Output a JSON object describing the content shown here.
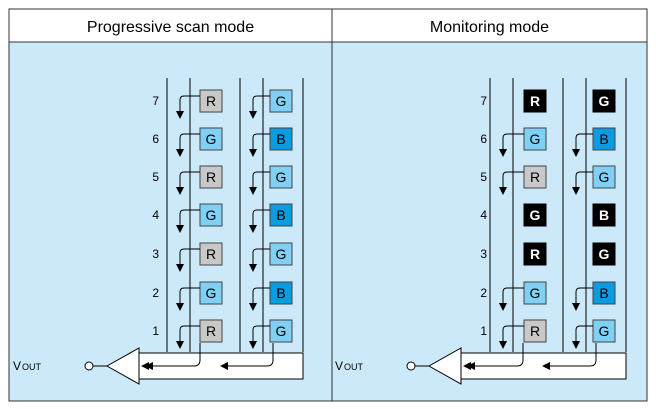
{
  "panels": [
    {
      "title": "Progressive scan mode",
      "output_label": "V",
      "output_sub": "OUT",
      "rows": [
        {
          "number": "7",
          "left": {
            "text": "R",
            "style": "gray",
            "arrow": true
          },
          "right": {
            "text": "G",
            "style": "cyan",
            "arrow": true
          }
        },
        {
          "number": "6",
          "left": {
            "text": "G",
            "style": "cyan",
            "arrow": true
          },
          "right": {
            "text": "B",
            "style": "blue",
            "arrow": true
          }
        },
        {
          "number": "5",
          "left": {
            "text": "R",
            "style": "gray",
            "arrow": true
          },
          "right": {
            "text": "G",
            "style": "cyan",
            "arrow": true
          }
        },
        {
          "number": "4",
          "left": {
            "text": "G",
            "style": "cyan",
            "arrow": true
          },
          "right": {
            "text": "B",
            "style": "blue",
            "arrow": true
          }
        },
        {
          "number": "3",
          "left": {
            "text": "R",
            "style": "gray",
            "arrow": true
          },
          "right": {
            "text": "G",
            "style": "cyan",
            "arrow": true
          }
        },
        {
          "number": "2",
          "left": {
            "text": "G",
            "style": "cyan",
            "arrow": true
          },
          "right": {
            "text": "B",
            "style": "blue",
            "arrow": true
          }
        },
        {
          "number": "1",
          "left": {
            "text": "R",
            "style": "gray",
            "arrow": true
          },
          "right": {
            "text": "G",
            "style": "cyan",
            "arrow": true
          }
        }
      ]
    },
    {
      "title": "Monitoring mode",
      "output_label": "V",
      "output_sub": "OUT",
      "rows": [
        {
          "number": "7",
          "left": {
            "text": "R",
            "style": "black",
            "arrow": false
          },
          "right": {
            "text": "G",
            "style": "black",
            "arrow": false
          }
        },
        {
          "number": "6",
          "left": {
            "text": "G",
            "style": "cyan",
            "arrow": true
          },
          "right": {
            "text": "B",
            "style": "blue",
            "arrow": true
          }
        },
        {
          "number": "5",
          "left": {
            "text": "R",
            "style": "gray",
            "arrow": true
          },
          "right": {
            "text": "G",
            "style": "cyan",
            "arrow": true
          }
        },
        {
          "number": "4",
          "left": {
            "text": "G",
            "style": "black",
            "arrow": false
          },
          "right": {
            "text": "B",
            "style": "black",
            "arrow": false
          }
        },
        {
          "number": "3",
          "left": {
            "text": "R",
            "style": "black",
            "arrow": false
          },
          "right": {
            "text": "G",
            "style": "black",
            "arrow": false
          }
        },
        {
          "number": "2",
          "left": {
            "text": "G",
            "style": "cyan",
            "arrow": true
          },
          "right": {
            "text": "B",
            "style": "blue",
            "arrow": true
          }
        },
        {
          "number": "1",
          "left": {
            "text": "R",
            "style": "gray",
            "arrow": true
          },
          "right": {
            "text": "G",
            "style": "cyan",
            "arrow": true
          }
        }
      ]
    }
  ],
  "colors": {
    "panel_bg": "#cbe9f8",
    "header_bg": "#ffffff",
    "border": "#333333",
    "gray": "#c8c8c8",
    "cyan": "#7fd0f4",
    "blue": "#0a9be0",
    "black": "#000000"
  }
}
